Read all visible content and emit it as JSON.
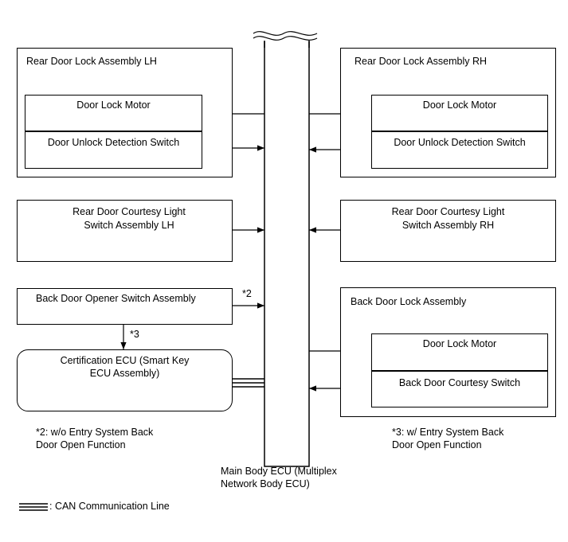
{
  "rear_lh": {
    "title": "Rear Door Lock Assembly LH",
    "motor": "Door Lock Motor",
    "switch": "Door Unlock Detection Switch"
  },
  "rear_rh": {
    "title": "Rear Door Lock Assembly RH",
    "motor": "Door Lock Motor",
    "switch": "Door Unlock Detection Switch"
  },
  "courtesy_lh": {
    "line1": "Rear Door Courtesy Light",
    "line2": "Switch Assembly LH"
  },
  "courtesy_rh": {
    "line1": "Rear Door Courtesy Light",
    "line2": "Switch Assembly RH"
  },
  "opener": {
    "label": "Back Door Opener Switch Assembly",
    "note_marker": "*2"
  },
  "certification": {
    "line1": "Certification ECU (Smart Key",
    "line2": "ECU Assembly)",
    "note_marker": "*3"
  },
  "back_door_lock": {
    "title": "Back Door Lock Assembly",
    "motor": "Door Lock Motor",
    "switch": "Back Door Courtesy Switch"
  },
  "notes": {
    "note2_line1": "*2: w/o Entry System Back",
    "note2_line2": "Door Open Function",
    "note3_line1": "*3: w/ Entry System Back",
    "note3_line2": "Door Open Function"
  },
  "main_ecu": {
    "line1": "Main Body ECU (Multiplex",
    "line2": "Network Body ECU)"
  },
  "legend": {
    "can_label": ": CAN Communication Line"
  }
}
